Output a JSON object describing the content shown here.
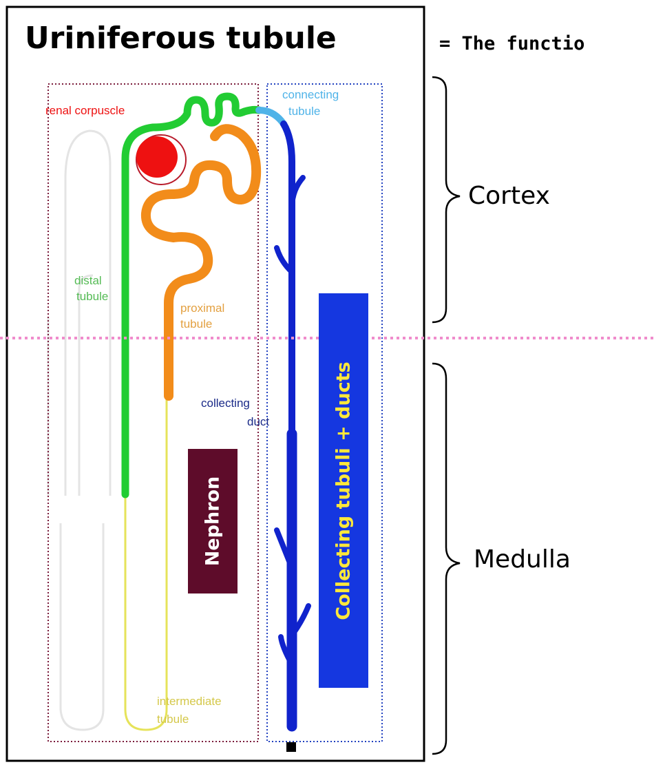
{
  "title": "Uriniferous tubule",
  "subtitle": "= The functio",
  "regions": {
    "cortex": "Cortex",
    "medulla": "Medulla"
  },
  "labels": {
    "renal_corpuscle": "renal corpuscle",
    "connecting_tubule": [
      "connecting",
      "tubule"
    ],
    "distal_tubule": [
      "distal",
      "tubule"
    ],
    "proximal_tubule": [
      "proximal",
      "tubule"
    ],
    "collecting_duct": [
      "collecting",
      "duct"
    ],
    "intermediate_tubule": [
      "intermediate",
      "tubule"
    ]
  },
  "nephron_label": "Nephron",
  "collecting_label": "Collecting tubuli + ducts",
  "colors": {
    "renal_corpuscle": "#ee1111",
    "distal_tubule": "#22cc33",
    "proximal_tubule": "#f28c1a",
    "intermediate_tubule": "#e6e35a",
    "collecting_duct": "#1023cc",
    "connecting_tubule": "#4fb3e8",
    "nephron_box": "#5e0c2a",
    "collecting_box": "#1537e0",
    "collecting_text": "#ffe83a",
    "divider": "#f08ccc"
  }
}
